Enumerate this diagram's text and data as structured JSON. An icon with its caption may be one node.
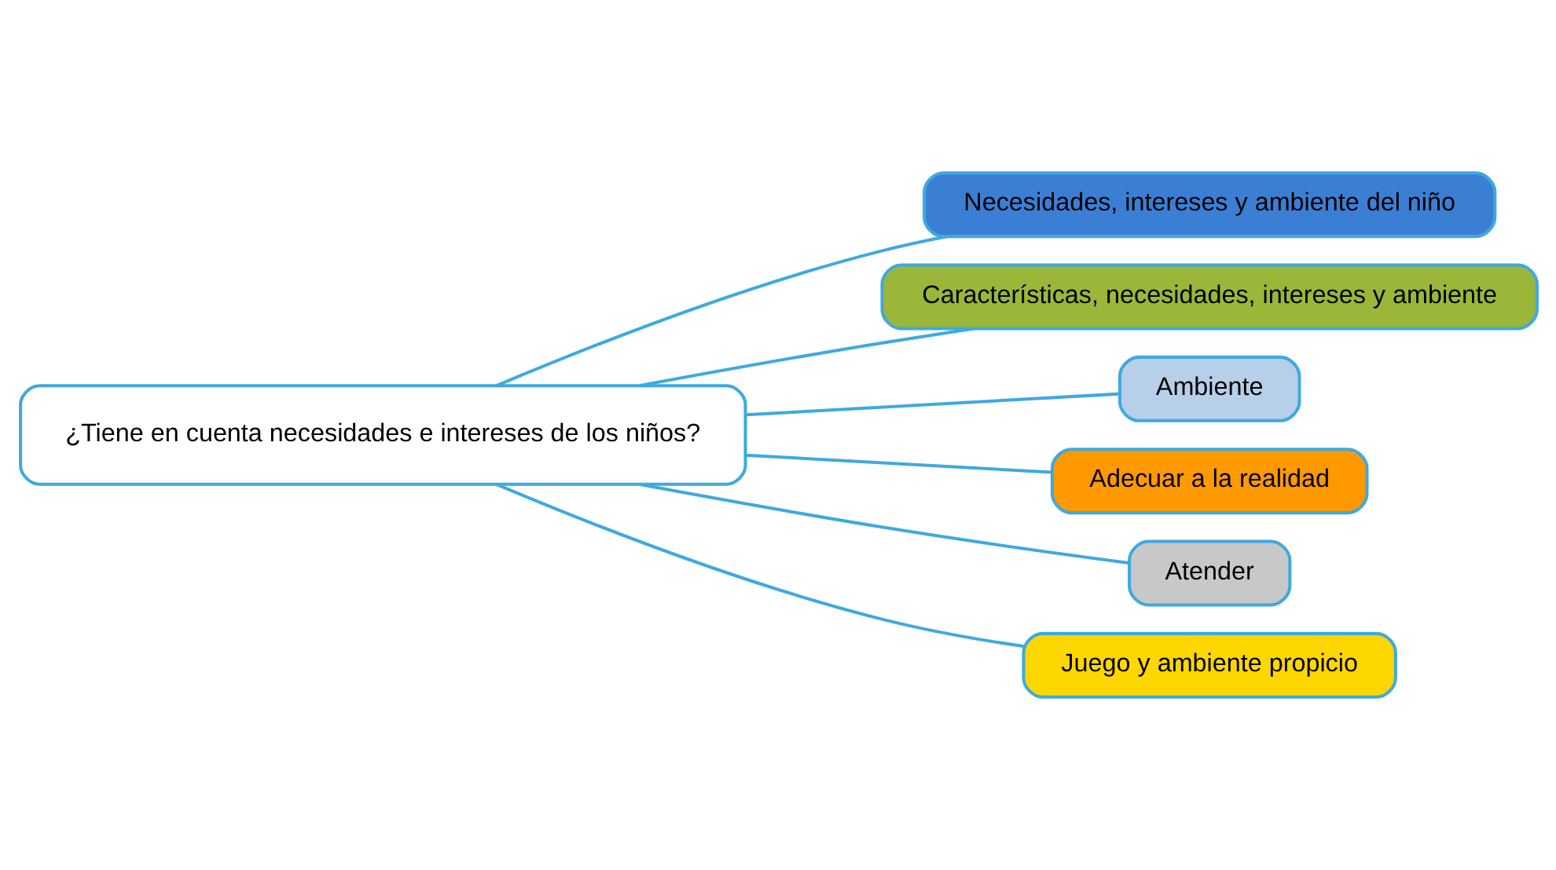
{
  "diagram": {
    "nodes": [
      {
        "text": [
          "¿Tiene en cuenta necesidades e intereses de los niños?"
        ]
      },
      {
        "text": [
          "Necesidades, intereses y ambiente del niño"
        ]
      },
      {
        "text": [
          "Características, necesidades, intereses y ambiente"
        ]
      },
      {
        "text": [
          "Ambiente"
        ]
      },
      {
        "text": [
          "Adecuar a la realidad"
        ]
      },
      {
        "text": [
          "Atender"
        ]
      },
      {
        "text": [
          "Juego y ambiente propicio"
        ]
      }
    ],
    "edges": [
      {
        "from": 0,
        "to": 1,
        "arrow": "none"
      },
      {
        "from": 0,
        "to": 2,
        "arrow": "none"
      },
      {
        "from": 0,
        "to": 3,
        "arrow": "none"
      },
      {
        "from": 0,
        "to": 4,
        "arrow": "none"
      },
      {
        "from": 0,
        "to": 5,
        "arrow": "none"
      },
      {
        "from": 0,
        "to": 6,
        "arrow": "none"
      }
    ]
  }
}
